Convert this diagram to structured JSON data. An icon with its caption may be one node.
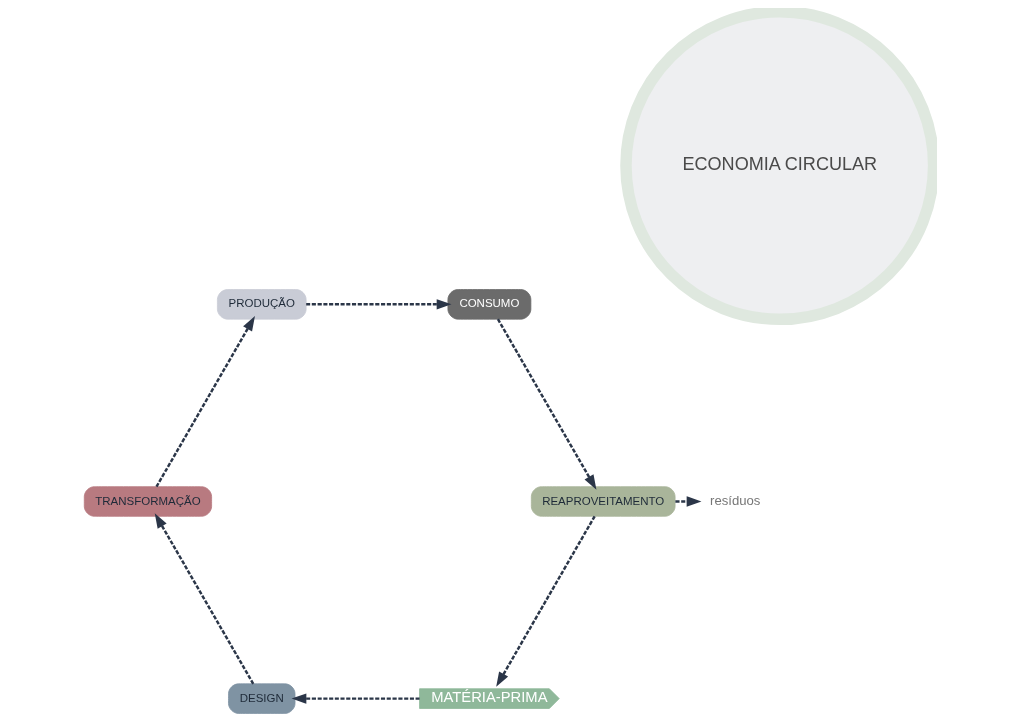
{
  "diagram": {
    "nodes": [
      {
        "text": [
          "ECONOMIA CIRCULAR"
        ]
      },
      {
        "text": [
          "MATÉRIA-PRIMA"
        ]
      },
      {
        "text": [
          "DESIGN"
        ]
      },
      {
        "text": [
          "TRANSFORMAÇÃO"
        ]
      },
      {
        "text": [
          "PRODUÇÃO"
        ]
      },
      {
        "text": [
          "CONSUMO"
        ]
      },
      {
        "text": [
          "REAPROVEITAMENTO"
        ]
      },
      {
        "text": [
          "resíduos"
        ]
      }
    ],
    "edges": [
      {
        "from": 1,
        "to": 2,
        "arrow": "to",
        "style": "dashed"
      },
      {
        "from": 2,
        "to": 3,
        "arrow": "to",
        "style": "dashed"
      },
      {
        "from": 3,
        "to": 4,
        "arrow": "to",
        "style": "dashed"
      },
      {
        "from": 4,
        "to": 5,
        "arrow": "to",
        "style": "dashed"
      },
      {
        "from": 5,
        "to": 6,
        "arrow": "to",
        "style": "dashed"
      },
      {
        "from": 6,
        "to": 1,
        "arrow": "to",
        "style": "dashed"
      },
      {
        "from": 6,
        "to": 7,
        "arrow": "to",
        "style": "dashed"
      }
    ]
  }
}
